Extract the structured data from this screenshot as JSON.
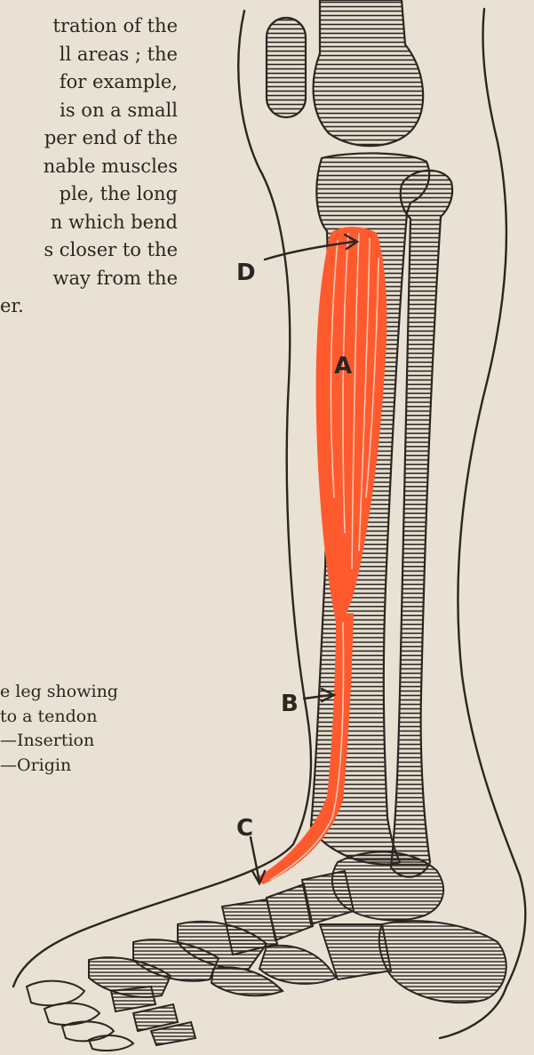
{
  "body_text": {
    "lines": [
      "tration of the",
      "ll  areas ;  the",
      "for  example,",
      "is  on a  small",
      "per end of the",
      "nable muscles",
      "ple,  the  long",
      "n which bend",
      "s closer to the",
      "way  from  the",
      "er."
    ]
  },
  "caption": {
    "lines": [
      "e leg showing",
      " to a tendon",
      "—Insertion",
      "—Origin"
    ]
  },
  "figure": {
    "labels": {
      "a": "A",
      "b": "B",
      "c": "C",
      "d": "D"
    },
    "muscle_color": "#ff5a2e",
    "ink_color": "#2a2622",
    "paper_color": "#e9e1d3"
  }
}
